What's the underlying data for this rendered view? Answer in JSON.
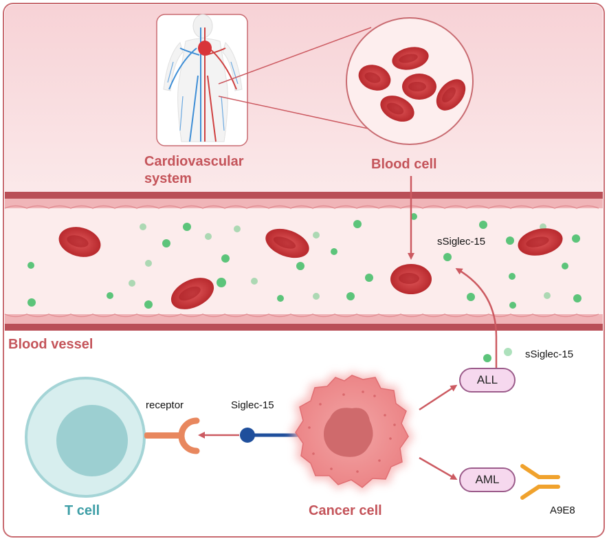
{
  "labels": {
    "cardiovascular_line1": "Cardiovascular",
    "cardiovascular_line2": "system",
    "blood_cell": "Blood cell",
    "blood_vessel": "Blood vessel",
    "ssiglec_inside": "sSiglec-15",
    "ssiglec_outside": "sSiglec-15",
    "receptor": "receptor",
    "siglec15": "Siglec-15",
    "t_cell": "T cell",
    "cancer_cell": "Cancer cell",
    "all": "ALL",
    "aml": "AML",
    "a9e8": "A9E8"
  },
  "colors": {
    "panel_border": "#c86a70",
    "top_background": "#f8dadd",
    "vessel_wall": "#b94f57",
    "vessel_lumen": "#fcecec",
    "red_blood_cell": "#c83b3d",
    "green_protein": "#5cc47a",
    "arrow": "#cc5a61",
    "t_cell": "#b7dfe0",
    "cancer_cell": "#ee8e90",
    "siglec_blue": "#1f4f9c",
    "receptor_orange": "#e8875e",
    "antibody_orange": "#f0a22d"
  }
}
